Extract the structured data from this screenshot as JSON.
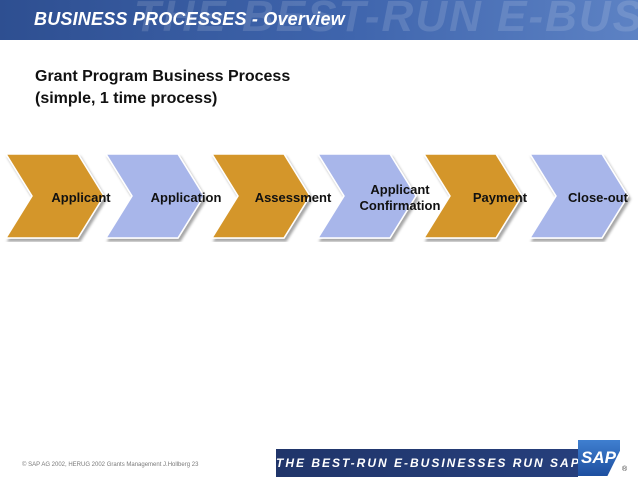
{
  "header": {
    "title": "BUSINESS PROCESSES - Overview",
    "watermark": "THE BEST-RUN E-BUS"
  },
  "subtitle": {
    "line1": "Grant Program Business Process",
    "line2": "(simple, 1 time process)"
  },
  "process_steps": [
    {
      "label": "Applicant",
      "color": "#d4962a"
    },
    {
      "label": "Application",
      "color": "#a8b6ea"
    },
    {
      "label": "Assessment",
      "color": "#d4962a"
    },
    {
      "label": "Applicant Confirmation",
      "line1": "Applicant",
      "line2": "Confirmation",
      "color": "#a8b6ea"
    },
    {
      "label": "Payment",
      "color": "#d4962a"
    },
    {
      "label": "Close-out",
      "color": "#a8b6ea"
    }
  ],
  "footer": {
    "copyright": "© SAP AG 2002, HERUG 2002 Grants Management J.Hollberg 23",
    "tagline": "THE BEST-RUN E-BUSINESSES RUN SAP",
    "logo_text": "SAP",
    "registered": "®"
  },
  "colors": {
    "header_blue": "#3f65ad",
    "chevron_gold": "#d4962a",
    "chevron_lavender": "#a8b6ea",
    "tagline_navy": "#20356a"
  }
}
